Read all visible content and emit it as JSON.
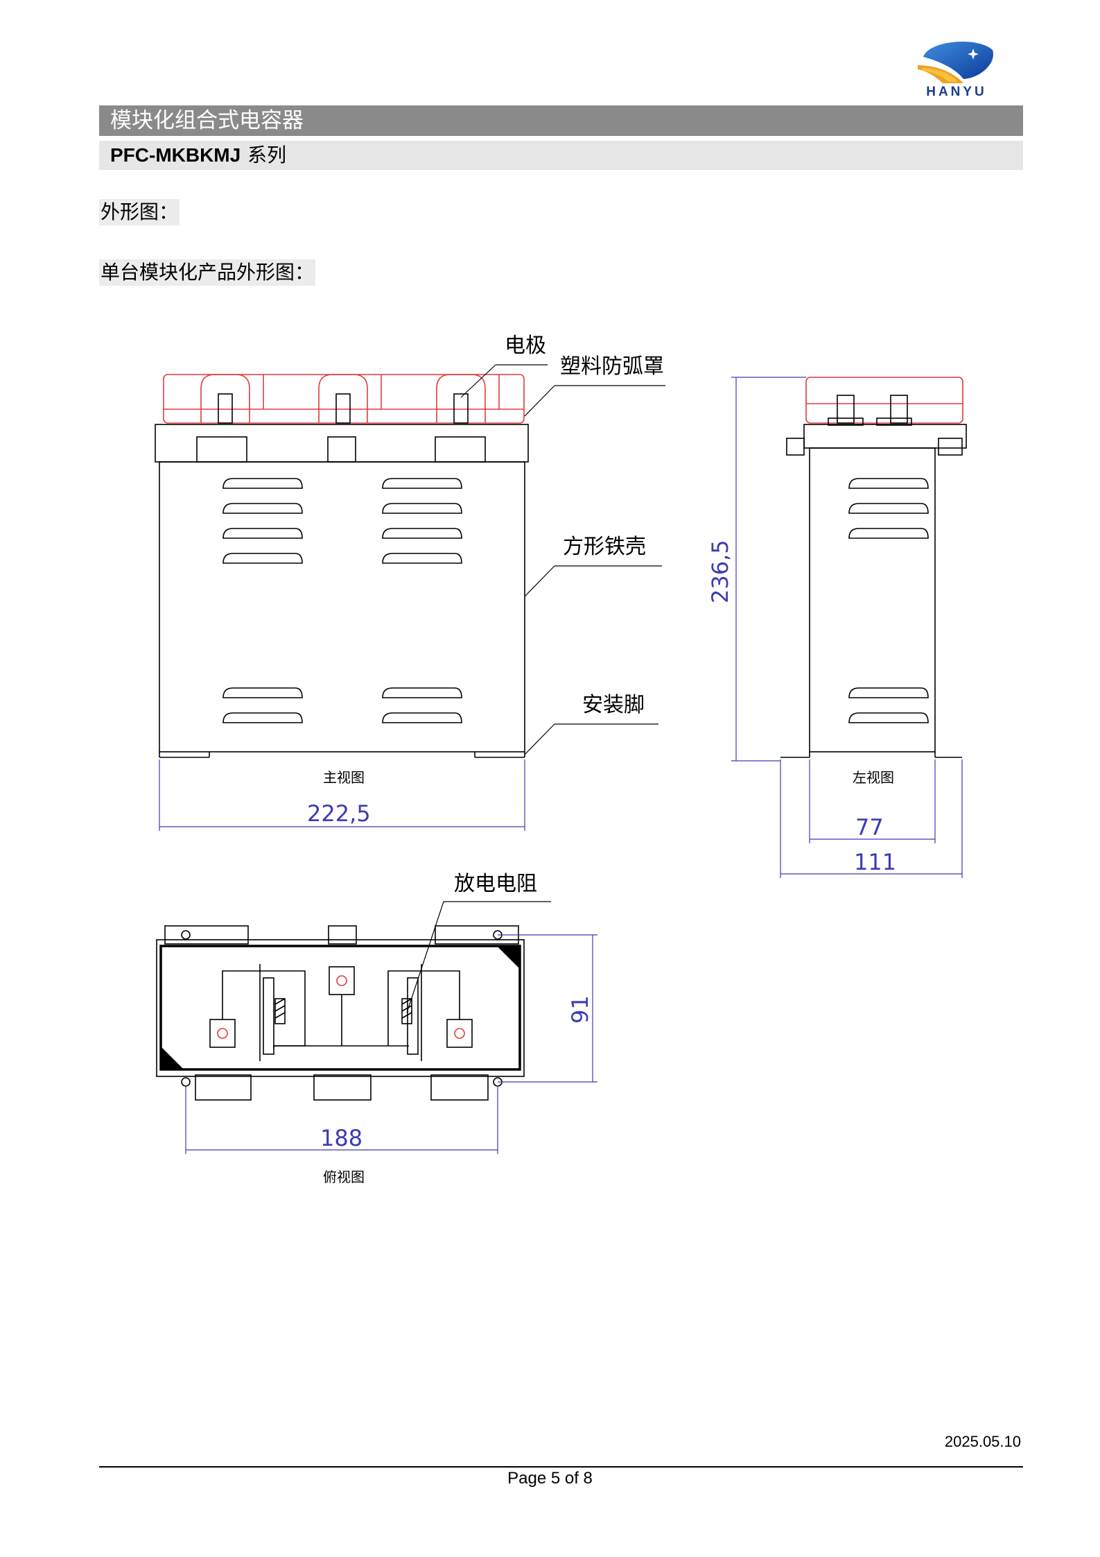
{
  "header": {
    "brand": "HANYU",
    "title": "模块化组合式电容器",
    "model": "PFC-MKBKMJ",
    "series_suffix": "系列"
  },
  "sections": {
    "outline_label": "外形图：",
    "single_label": "单台模块化产品外形图："
  },
  "annotations": {
    "electrode": "电极",
    "arc_cover": "塑料防弧罩",
    "steel_case": "方形铁壳",
    "mount_feet": "安装脚",
    "discharge_resistor": "放电电阻"
  },
  "views": {
    "front": "主视图",
    "left": "左视图",
    "top": "俯视图"
  },
  "dimensions": {
    "front_width": "222,5",
    "height": "236,5",
    "left_body": "77",
    "left_feet": "111",
    "top_depth": "91",
    "top_hole_span": "188"
  },
  "colors": {
    "band_dark": "#8a8a8a",
    "band_light": "#e6e6e6",
    "dimension_blue": "#3b3bb5",
    "cover_red": "#e23a3a"
  },
  "footer": {
    "date": "2025.05.10",
    "page": "Page 5 of 8"
  }
}
